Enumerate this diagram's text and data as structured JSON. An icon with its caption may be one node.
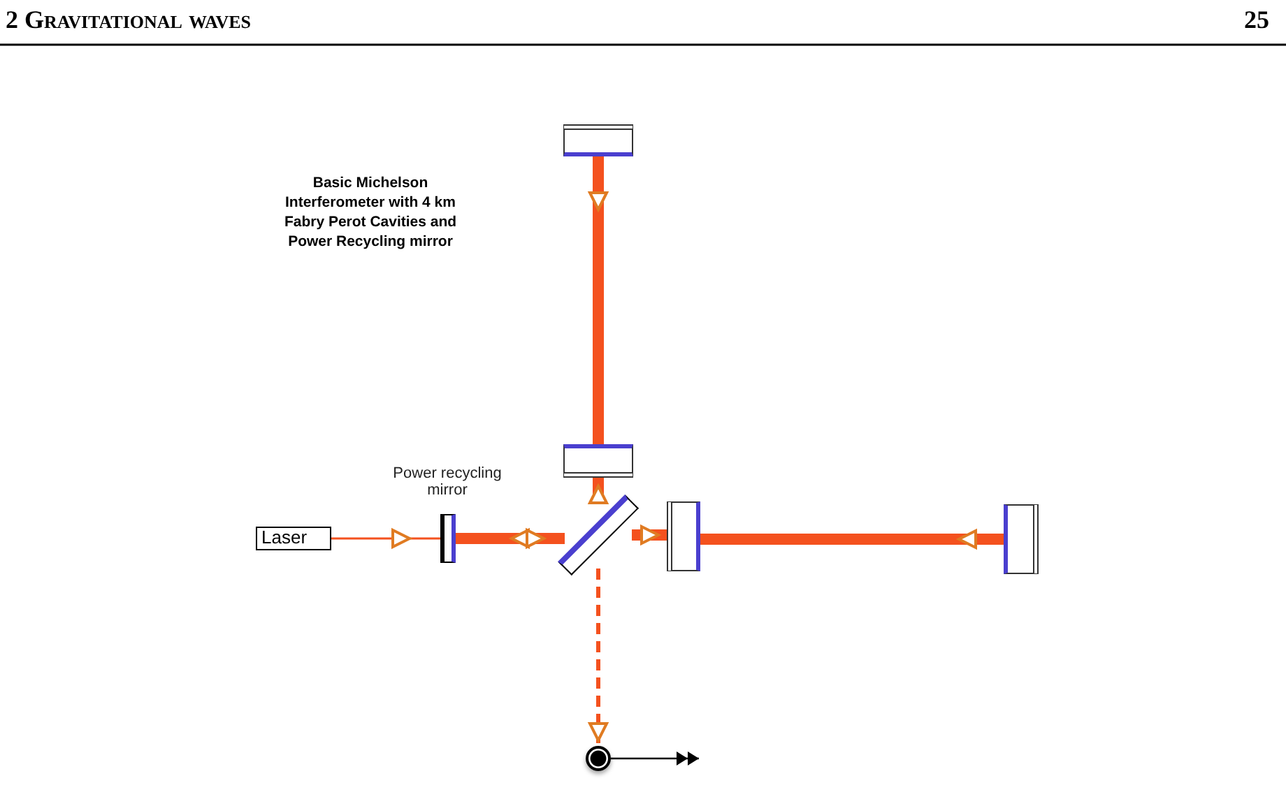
{
  "diagram": {
    "title": "Basic Michelson Interferometer with 4 km Fabry Perot Cavities and Power Recycling mirror",
    "nodes": [
      {
        "text": [
          "Laser"
        ]
      },
      {
        "text": [
          "Power recycling mirror"
        ]
      },
      {
        "text": [],
        "shape": "box"
      },
      {
        "text": [],
        "shape": "box"
      },
      {
        "text": [],
        "shape": "box"
      },
      {
        "text": [],
        "shape": "box"
      },
      {
        "text": [],
        "shape": "box"
      },
      {
        "text": [],
        "shape": "circle"
      }
    ],
    "edges": [
      {
        "from": 0,
        "to": 1,
        "arrow": "to"
      },
      {
        "from": 1,
        "to": 2,
        "arrow": "both"
      },
      {
        "from": 2,
        "to": 3,
        "arrow": "to"
      },
      {
        "from": 4,
        "to": 3,
        "arrow": "to"
      },
      {
        "from": 2,
        "to": 5,
        "arrow": "to"
      },
      {
        "from": 6,
        "to": 5,
        "arrow": "to"
      },
      {
        "from": 2,
        "to": 7,
        "arrow": "to",
        "style": "dashed"
      },
      {
        "from": 7,
        "to": null,
        "arrow": "to",
        "color": "#000000"
      }
    ],
    "labels": [
      "2 Gravitational waves",
      "25"
    ]
  }
}
